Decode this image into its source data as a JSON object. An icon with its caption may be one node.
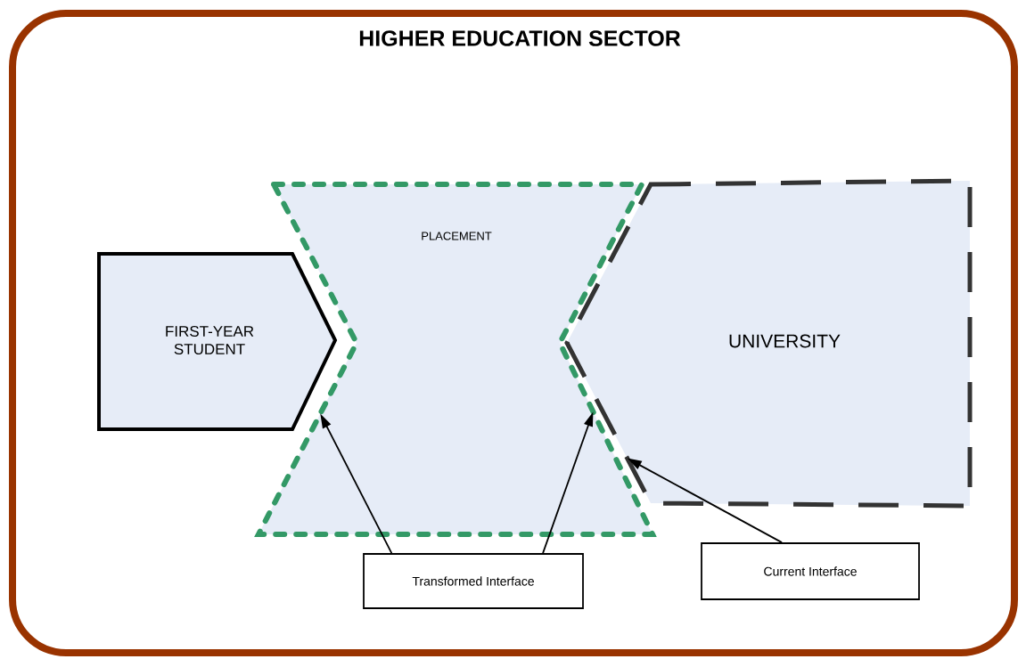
{
  "diagram": {
    "nodes": [
      {
        "text": [
          "HIGHER EDUCATION SECTOR"
        ]
      },
      {
        "text": [
          "FIRST-YEAR STUDENT"
        ],
        "in": 0
      },
      {
        "text": [
          "PLACEMENT"
        ],
        "in": 0
      },
      {
        "text": [
          "UNIVERSITY"
        ],
        "in": 0
      },
      {
        "text": [
          "Transformed Interface"
        ],
        "in": 0
      },
      {
        "text": [
          "Current Interface"
        ],
        "in": 0
      }
    ],
    "edges": [
      {
        "from": 4,
        "to": 2,
        "arrow": "to"
      },
      {
        "from": 4,
        "to": 2,
        "arrow": "to"
      },
      {
        "from": 5,
        "to": 3,
        "arrow": "to"
      }
    ]
  }
}
